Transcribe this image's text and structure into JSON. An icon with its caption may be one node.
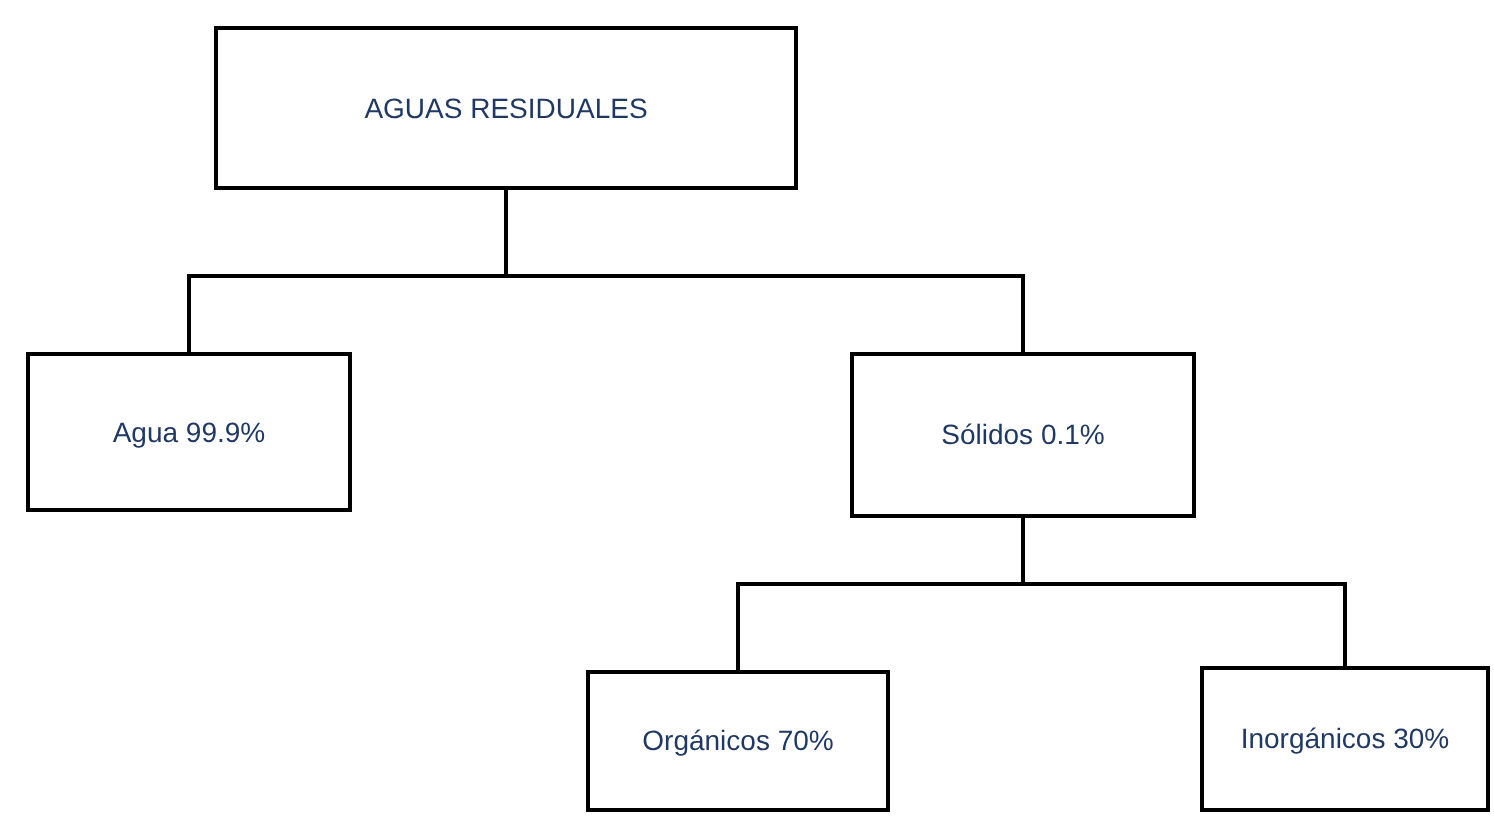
{
  "diagram": {
    "nodes": [
      {
        "text": [
          "AGUAS RESIDUALES"
        ]
      },
      {
        "text": [
          "Agua 99.9%"
        ]
      },
      {
        "text": [
          "Sólidos 0.1%"
        ]
      },
      {
        "text": [
          "Orgánicos 70%"
        ]
      },
      {
        "text": [
          "Inorgánicos 30%"
        ]
      }
    ],
    "edges": [
      {
        "from": 0,
        "to": 1,
        "arrow": "none"
      },
      {
        "from": 0,
        "to": 2,
        "arrow": "none"
      },
      {
        "from": 2,
        "to": 3,
        "arrow": "none"
      },
      {
        "from": 2,
        "to": 4,
        "arrow": "none"
      }
    ]
  }
}
